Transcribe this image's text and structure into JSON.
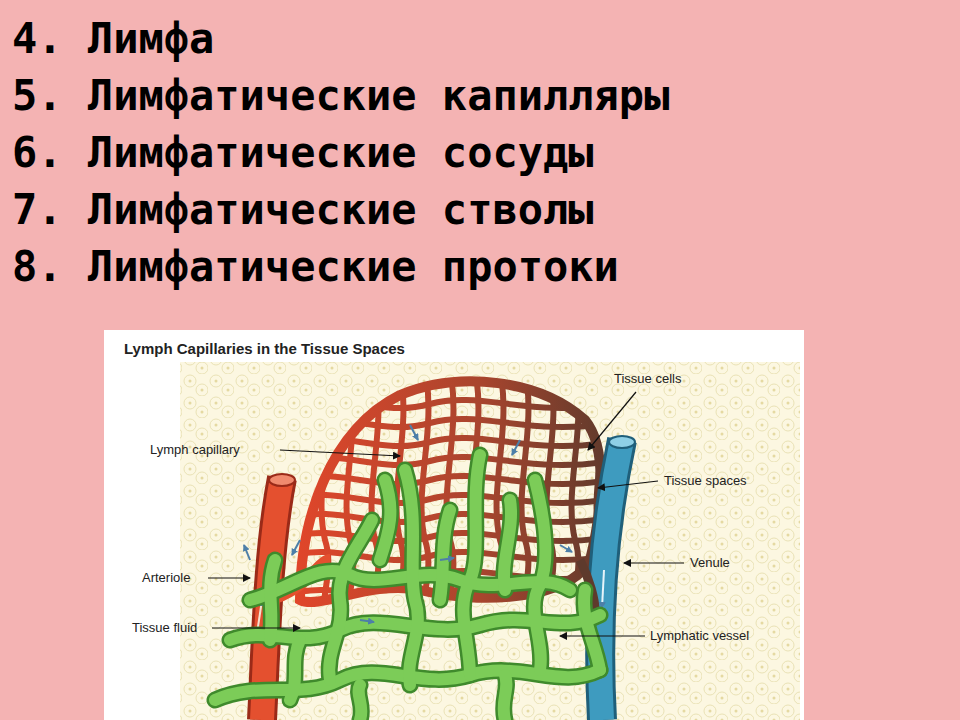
{
  "diagram": {
    "labels": [
      "4. Лимфа",
      "5. Лимфатические капилляры",
      "6. Лимфатические сосуды",
      "7. Лимфатические стволы",
      "8. Лимфатические протоки",
      "Lymph Capillaries in the Tissue Spaces",
      "Tissue cells",
      "Lymph capillary",
      "Tissue spaces",
      "Venule",
      "Arteriole",
      "Tissue fluid",
      "Lymphatic vessel"
    ]
  }
}
